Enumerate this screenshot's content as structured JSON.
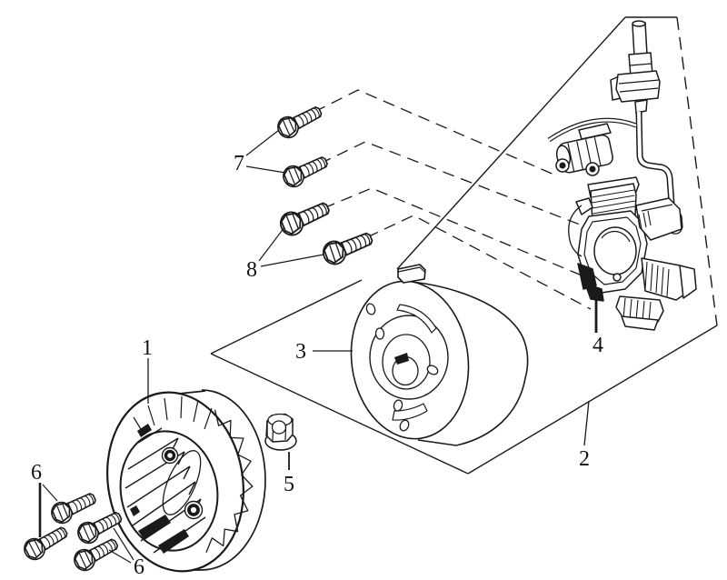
{
  "diagram": {
    "type": "exploded-parts-line-drawing",
    "background": "#ffffff",
    "line_color": "#1a1a1a",
    "callouts": [
      {
        "label": "1"
      },
      {
        "label": "2"
      },
      {
        "label": "3"
      },
      {
        "label": "4"
      },
      {
        "label": "5"
      },
      {
        "label": "6"
      },
      {
        "label": "6"
      },
      {
        "label": "7"
      },
      {
        "label": "8"
      }
    ]
  }
}
